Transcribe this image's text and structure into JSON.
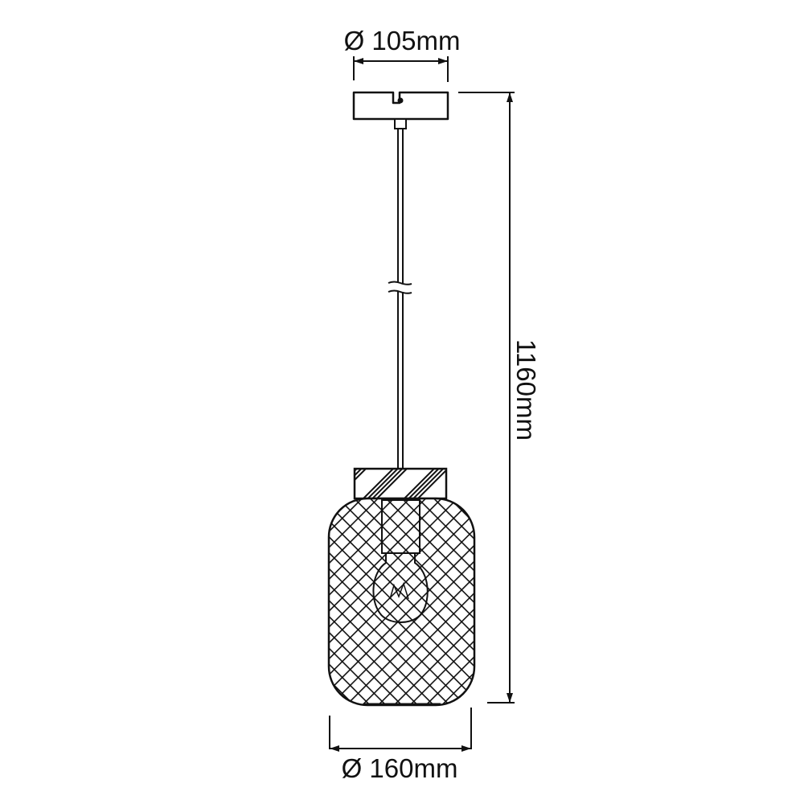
{
  "diagram": {
    "type": "technical-dimension-drawing",
    "subject": "pendant lamp with mesh cage shade",
    "colors": {
      "line": "#111111",
      "background": "#ffffff"
    },
    "dimensions": {
      "canopy_diameter": {
        "label": "Ø 105mm",
        "value": 105,
        "unit": "mm"
      },
      "shade_diameter": {
        "label": "Ø 160mm",
        "value": 160,
        "unit": "mm"
      },
      "total_height": {
        "label": "1160mm",
        "value": 1160,
        "unit": "mm"
      }
    },
    "parts": [
      {
        "name": "ceiling-canopy"
      },
      {
        "name": "cord"
      },
      {
        "name": "cord-break-symbol"
      },
      {
        "name": "hatched-cap"
      },
      {
        "name": "mesh-cage-shade"
      },
      {
        "name": "lamp-socket"
      },
      {
        "name": "light-bulb"
      }
    ]
  }
}
